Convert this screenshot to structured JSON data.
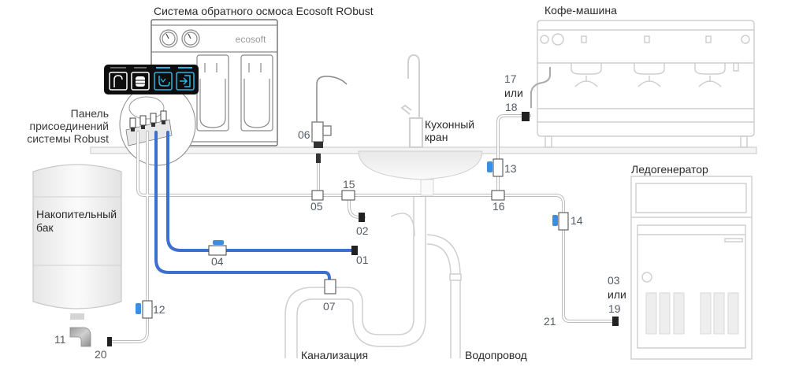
{
  "title": "Система обратного осмоса Ecosoft RObust",
  "colors": {
    "drain_line": "#3d6fcf",
    "valve_handle": "#3a8fe0",
    "clean_line": "#d9d9d9",
    "equipment_outline": "#cfcfcf",
    "panel_bg": "#0d0d0d",
    "panel_accent": "#29b5e8"
  },
  "labels": {
    "ro_system": "Система обратного осмоса Ecosoft RObust",
    "brand": "ecosoft",
    "connection_panel": [
      "Панель",
      "присоединений",
      "системы Robust"
    ],
    "storage_tank": [
      "Накопительный",
      "бак"
    ],
    "kitchen_faucet": [
      "Кухонный",
      "кран"
    ],
    "coffee_machine": "Кофе-машина",
    "ice_maker": "Ледогенератор",
    "sewer": "Канализация",
    "water_supply": "Водопровод"
  },
  "connection_panel_ports": [
    {
      "name": "PURE WATER",
      "icon": "faucet-icon"
    },
    {
      "name": "TANK",
      "icon": "tank-icon"
    },
    {
      "name": "DRAIN",
      "icon": "drain-icon"
    },
    {
      "name": "INLET",
      "icon": "inlet-icon"
    }
  ],
  "part_numbers": {
    "p01": "01",
    "p02": "02",
    "p04": "04",
    "p05": "05",
    "p06": "06",
    "p07": "07",
    "p11": "11",
    "p12": "12",
    "p13": "13",
    "p14": "14",
    "p15": "15",
    "p16": "16",
    "p20": "20",
    "p21": "21",
    "coffee_alt": [
      "17",
      "или",
      "18"
    ],
    "ice_alt": [
      "03",
      "или",
      "19"
    ]
  }
}
